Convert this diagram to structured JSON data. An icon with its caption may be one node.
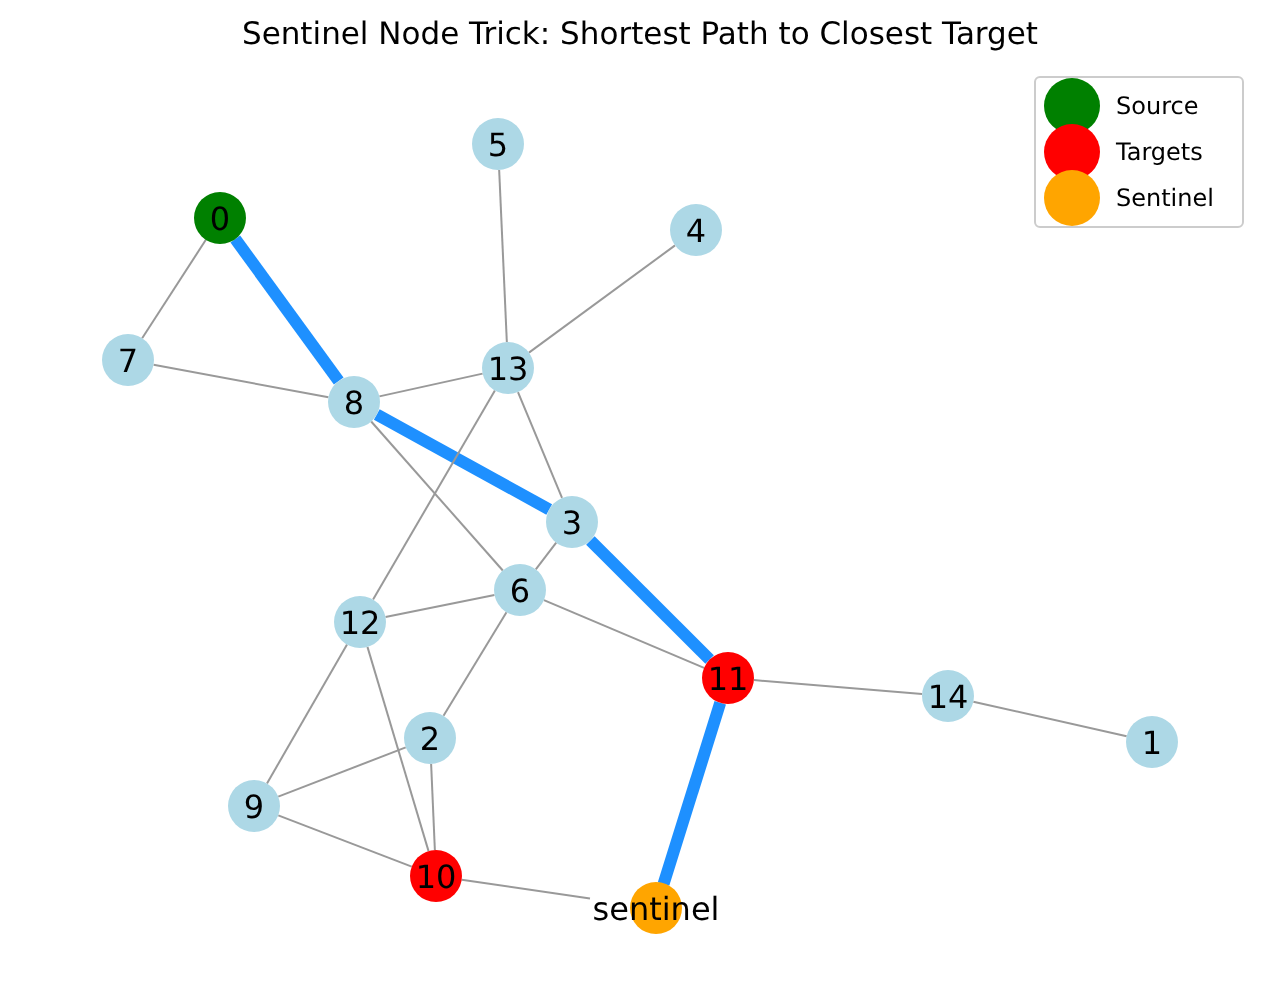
{
  "diagram": {
    "title": "Sentinel Node Trick: Shortest Path to Closest Target",
    "nodes": [
      {
        "text": [
          "0"
        ]
      },
      {
        "text": [
          "1"
        ]
      },
      {
        "text": [
          "2"
        ]
      },
      {
        "text": [
          "3"
        ]
      },
      {
        "text": [
          "4"
        ]
      },
      {
        "text": [
          "5"
        ]
      },
      {
        "text": [
          "6"
        ]
      },
      {
        "text": [
          "7"
        ]
      },
      {
        "text": [
          "8"
        ]
      },
      {
        "text": [
          "9"
        ]
      },
      {
        "text": [
          "10"
        ]
      },
      {
        "text": [
          "11"
        ]
      },
      {
        "text": [
          "12"
        ]
      },
      {
        "text": [
          "13"
        ]
      },
      {
        "text": [
          "14"
        ]
      },
      {
        "text": [
          "sentinel"
        ]
      }
    ],
    "edges": [
      {
        "from": 0,
        "to": 7,
        "arrow": "none"
      },
      {
        "from": 0,
        "to": 8,
        "arrow": "none",
        "style": "thick",
        "color": "#1e90ff"
      },
      {
        "from": 7,
        "to": 8,
        "arrow": "none"
      },
      {
        "from": 8,
        "to": 13,
        "arrow": "none"
      },
      {
        "from": 8,
        "to": 3,
        "arrow": "none",
        "style": "thick",
        "color": "#1e90ff"
      },
      {
        "from": 8,
        "to": 6,
        "arrow": "none"
      },
      {
        "from": 5,
        "to": 13,
        "arrow": "none"
      },
      {
        "from": 4,
        "to": 13,
        "arrow": "none"
      },
      {
        "from": 13,
        "to": 3,
        "arrow": "none"
      },
      {
        "from": 13,
        "to": 12,
        "arrow": "none"
      },
      {
        "from": 3,
        "to": 6,
        "arrow": "none"
      },
      {
        "from": 3,
        "to": 11,
        "arrow": "none",
        "style": "thick",
        "color": "#1e90ff"
      },
      {
        "from": 12,
        "to": 6,
        "arrow": "none"
      },
      {
        "from": 6,
        "to": 11,
        "arrow": "none"
      },
      {
        "from": 6,
        "to": 2,
        "arrow": "none"
      },
      {
        "from": 12,
        "to": 9,
        "arrow": "none"
      },
      {
        "from": 12,
        "to": 10,
        "arrow": "none"
      },
      {
        "from": 2,
        "to": 9,
        "arrow": "none"
      },
      {
        "from": 2,
        "to": 10,
        "arrow": "none"
      },
      {
        "from": 9,
        "to": 10,
        "arrow": "none"
      },
      {
        "from": 10,
        "to": 15,
        "arrow": "none"
      },
      {
        "from": 11,
        "to": 15,
        "arrow": "none",
        "style": "thick",
        "color": "#1e90ff"
      },
      {
        "from": 11,
        "to": 14,
        "arrow": "none"
      },
      {
        "from": 14,
        "to": 1,
        "arrow": "none"
      }
    ],
    "legend": [
      {
        "text": "Source",
        "color": "#008000"
      },
      {
        "text": "Targets",
        "color": "#ff0000"
      },
      {
        "text": "Sentinel",
        "color": "#ffa500"
      }
    ]
  }
}
